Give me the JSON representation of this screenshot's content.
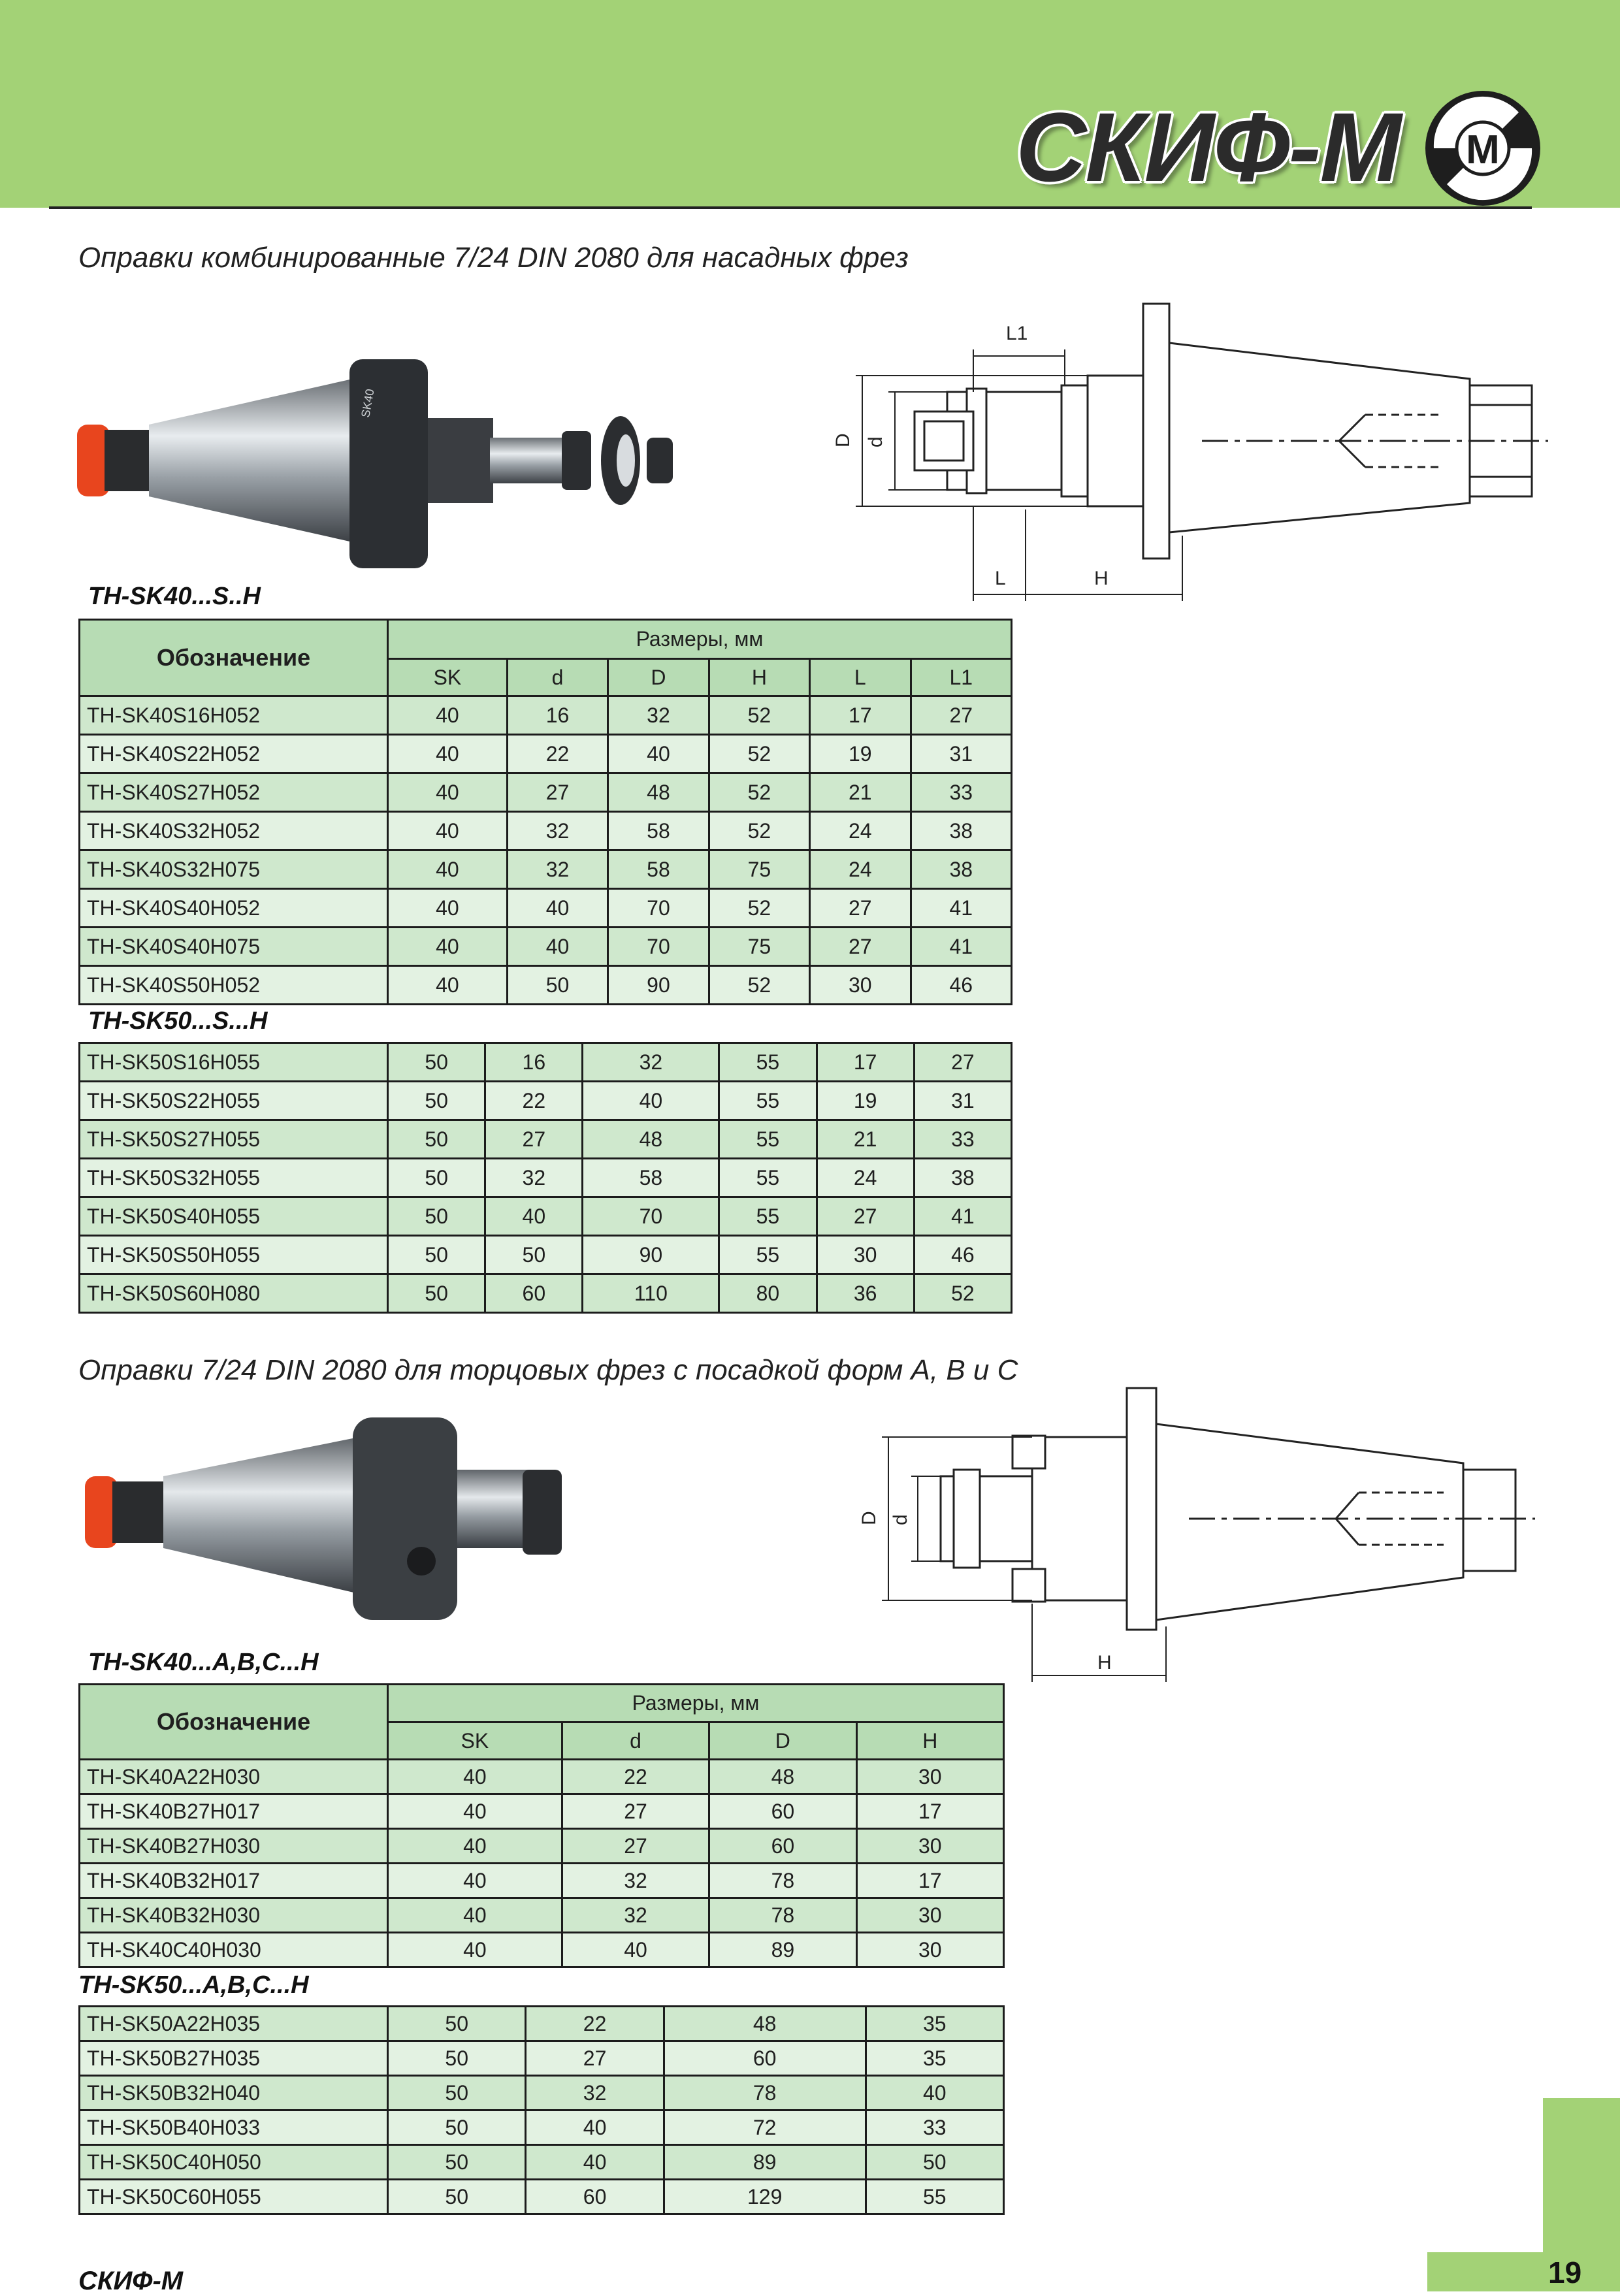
{
  "header": {
    "logo_text": "СКИФ-М",
    "logo_emblem_letter": "М",
    "colors": {
      "accent_green": "#a3d276",
      "table_header": "#b7dcb4",
      "row_a": "#cfe8cd",
      "row_b": "#e3f2e2"
    }
  },
  "section1": {
    "title": "Оправки комбинированные 7/24 DIN 2080 для насадных фрез",
    "drawing_labels": {
      "L1": "L1",
      "D": "D",
      "d": "d",
      "L": "L",
      "H": "H"
    },
    "photo_marking": "SK40",
    "columns": {
      "name": "Обозначение",
      "group": "Размеры, мм",
      "dims": [
        "SK",
        "d",
        "D",
        "H",
        "L",
        "L1"
      ]
    },
    "groups": [
      {
        "label": "TH-SK40...S..H",
        "rows": [
          [
            "TH-SK40S16H052",
            "40",
            "16",
            "32",
            "52",
            "17",
            "27"
          ],
          [
            "TH-SK40S22H052",
            "40",
            "22",
            "40",
            "52",
            "19",
            "31"
          ],
          [
            "TH-SK40S27H052",
            "40",
            "27",
            "48",
            "52",
            "21",
            "33"
          ],
          [
            "TH-SK40S32H052",
            "40",
            "32",
            "58",
            "52",
            "24",
            "38"
          ],
          [
            "TH-SK40S32H075",
            "40",
            "32",
            "58",
            "75",
            "24",
            "38"
          ],
          [
            "TH-SK40S40H052",
            "40",
            "40",
            "70",
            "52",
            "27",
            "41"
          ],
          [
            "TH-SK40S40H075",
            "40",
            "40",
            "70",
            "75",
            "27",
            "41"
          ],
          [
            "TH-SK40S50H052",
            "40",
            "50",
            "90",
            "52",
            "30",
            "46"
          ]
        ]
      },
      {
        "label": "TH-SK50...S...H",
        "rows": [
          [
            "TH-SK50S16H055",
            "50",
            "16",
            "32",
            "55",
            "17",
            "27"
          ],
          [
            "TH-SK50S22H055",
            "50",
            "22",
            "40",
            "55",
            "19",
            "31"
          ],
          [
            "TH-SK50S27H055",
            "50",
            "27",
            "48",
            "55",
            "21",
            "33"
          ],
          [
            "TH-SK50S32H055",
            "50",
            "32",
            "58",
            "55",
            "24",
            "38"
          ],
          [
            "TH-SK50S40H055",
            "50",
            "40",
            "70",
            "55",
            "27",
            "41"
          ],
          [
            "TH-SK50S50H055",
            "50",
            "50",
            "90",
            "55",
            "30",
            "46"
          ],
          [
            "TH-SK50S60H080",
            "50",
            "60",
            "110",
            "80",
            "36",
            "52"
          ]
        ]
      }
    ]
  },
  "section2": {
    "title": "Оправки 7/24 DIN 2080 для торцовых фрез с посадкой форм A, B и C",
    "drawing_labels": {
      "D": "D",
      "d": "d",
      "H": "H"
    },
    "columns": {
      "name": "Обозначение",
      "group": "Размеры, мм",
      "dims": [
        "SK",
        "d",
        "D",
        "H"
      ]
    },
    "groups": [
      {
        "label": "TH-SK40...A,B,C...H",
        "rows": [
          [
            "TH-SK40A22H030",
            "40",
            "22",
            "48",
            "30"
          ],
          [
            "TH-SK40B27H017",
            "40",
            "27",
            "60",
            "17"
          ],
          [
            "TH-SK40B27H030",
            "40",
            "27",
            "60",
            "30"
          ],
          [
            "TH-SK40B32H017",
            "40",
            "32",
            "78",
            "17"
          ],
          [
            "TH-SK40B32H030",
            "40",
            "32",
            "78",
            "30"
          ],
          [
            "TH-SK40C40H030",
            "40",
            "40",
            "89",
            "30"
          ]
        ]
      },
      {
        "label": "TH-SK50...A,B,C...H",
        "rows": [
          [
            "TH-SK50A22H035",
            "50",
            "22",
            "48",
            "35"
          ],
          [
            "TH-SK50B27H035",
            "50",
            "27",
            "60",
            "35"
          ],
          [
            "TH-SK50B32H040",
            "50",
            "32",
            "78",
            "40"
          ],
          [
            "TH-SK50B40H033",
            "50",
            "40",
            "72",
            "33"
          ],
          [
            "TH-SK50C40H050",
            "50",
            "40",
            "89",
            "50"
          ],
          [
            "TH-SK50C60H055",
            "50",
            "60",
            "129",
            "55"
          ]
        ]
      }
    ]
  },
  "footer": {
    "brand": "СКИФ-М",
    "page_number": "19"
  }
}
